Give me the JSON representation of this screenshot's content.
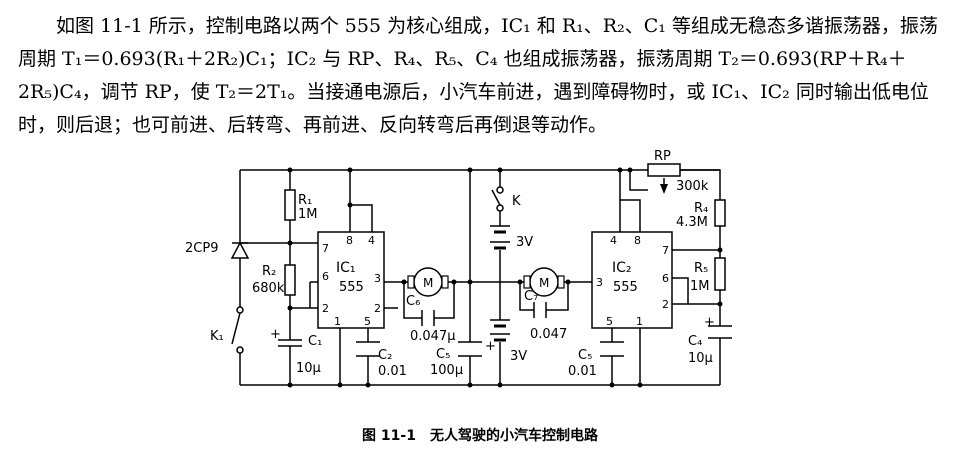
{
  "description": {
    "text": "如图 11-1 所示，控制电路以两个 555 为核心组成，IC₁ 和 R₁、R₂、C₁ 等组成无稳态多谐振荡器，振荡周期 T₁＝0.693(R₁＋2R₂)C₁；IC₂ 与 RP、R₄、R₅、C₄ 也组成振荡器，振荡周期 T₂＝0.693(RP＋R₄＋2R₅)C₄，调节 RP，使 T₂＝2T₁。当接通电源后，小汽车前进，遇到障碍物时，或 IC₁、IC₂ 同时输出低电位时，则后退；也可前进、后转弯、再前进、反向转弯后再倒退等动作。"
  },
  "caption": "图 11-1　无人驾驶的小汽车控制电路",
  "labels": {
    "r1": "R₁",
    "r1_val": "1M",
    "diode": "2CP9",
    "r2": "R₂",
    "r2_val": "680k",
    "k1": "K₁",
    "c1": "C₁",
    "c1_val": "10μ",
    "ic1": "IC₁",
    "ic1_type": "555",
    "c2": "C₂",
    "c2_val": "0.01",
    "motor1": "M",
    "c6": "C₆",
    "c6_val": "0.047μ",
    "c5a": "C₅",
    "c5a_val": "100μ",
    "k": "K",
    "batt_top": "3V",
    "batt_bot": "3V",
    "motor2": "M",
    "c7": "C₇",
    "c7_val": "0.047",
    "ic2": "IC₂",
    "ic2_type": "555",
    "c5b": "C₅",
    "c5b_val": "0.01",
    "rp": "RP",
    "rp_val": "300k",
    "r4": "R₄",
    "r4_val": "4.3M",
    "r5": "R₅",
    "r5_val": "1M",
    "c4": "C₄",
    "c4_val": "10μ",
    "plus": "+",
    "ic1_pins": {
      "p8": "8",
      "p4": "4",
      "p7": "7",
      "p6": "6",
      "p3": "3",
      "p2": "2",
      "p2r": "2",
      "p1": "1",
      "p5": "5"
    },
    "ic2_pins": {
      "p4": "4",
      "p8": "8",
      "p7": "7",
      "p3": "3",
      "p6": "6",
      "p2": "2",
      "p5": "5",
      "p1": "1"
    }
  }
}
